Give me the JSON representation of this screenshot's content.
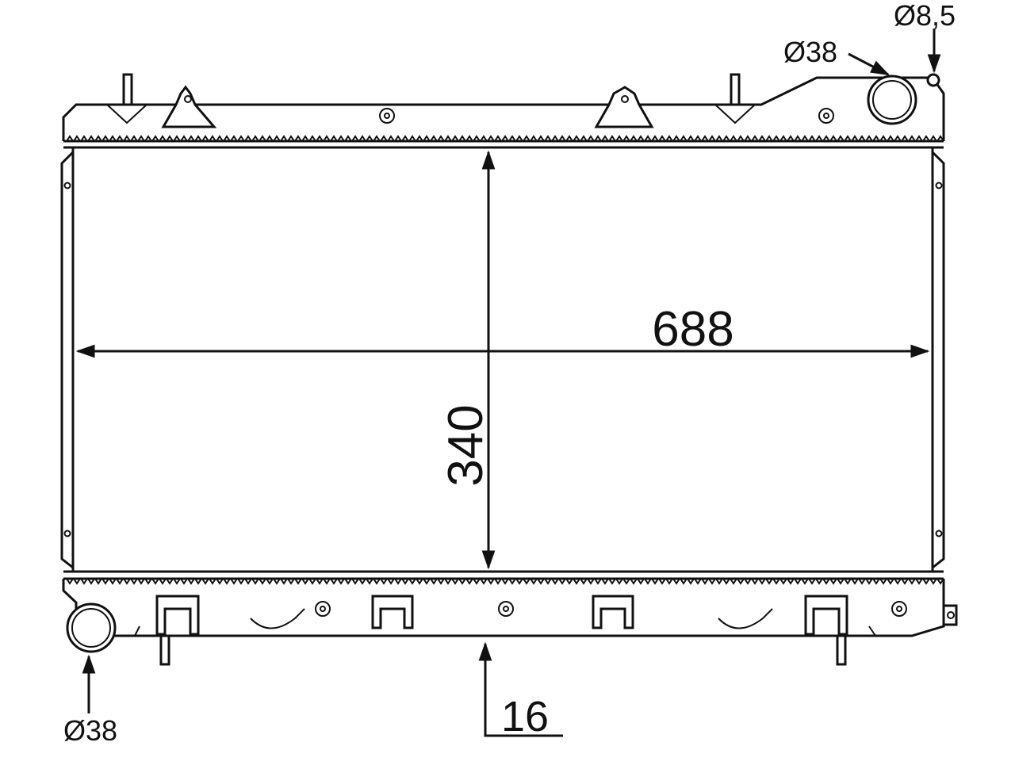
{
  "drawing": {
    "dim_width": "688",
    "dim_height": "340",
    "dim_thickness": "16",
    "inlet_diameter": "Ø38",
    "outlet_diameter": "Ø38",
    "vent_diameter": "Ø8,5"
  },
  "colors": {
    "line": "#111111",
    "background": "#ffffff"
  }
}
